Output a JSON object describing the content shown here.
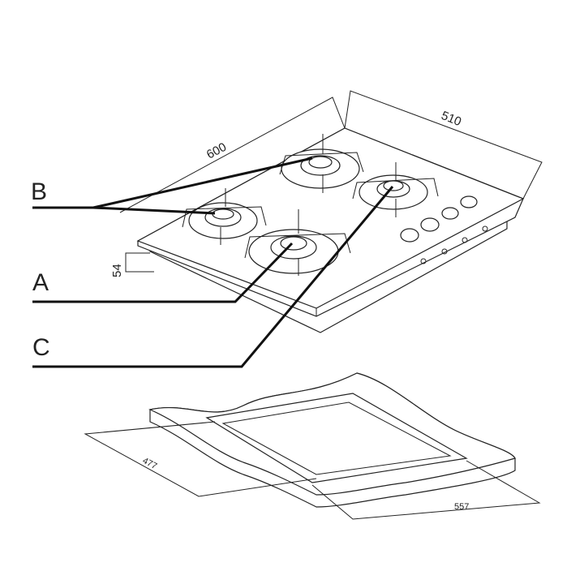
{
  "labels": {
    "b": "B",
    "a": "A",
    "c": "C"
  },
  "dimensions": {
    "width_top": "600",
    "depth_top": "510",
    "height": "54",
    "cutout_depth": "477",
    "cutout_width": "557"
  }
}
